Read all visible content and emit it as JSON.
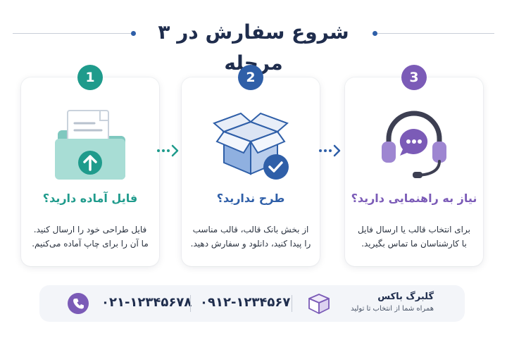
{
  "header": {
    "title": "شروع سفارش در ۳ مرحله"
  },
  "colors": {
    "teal": "#1f9b8c",
    "blue": "#2f5fa8",
    "purple": "#7b5bb7",
    "navy": "#1f2d4d"
  },
  "steps": [
    {
      "number": "1",
      "icon": "file-upload-folder-icon",
      "title": "فایل آماده دارید؟",
      "line1": "فایل طراحی خود را ارسال کنید.",
      "line2": "ما آن را برای چاپ آماده می‌کنیم."
    },
    {
      "number": "2",
      "icon": "open-box-check-icon",
      "title": "طرح ندارید؟",
      "line1": "از بخش بانک قالب، قالب مناسب",
      "line2": "را پیدا کنید، دانلود و سفارش دهید."
    },
    {
      "number": "3",
      "icon": "support-headset-chat-icon",
      "title": "نیاز به راهنمایی دارید؟",
      "line1": "برای انتخاب قالب یا ارسال فایل",
      "line2": "با کارشناسان ما تماس بگیرید."
    }
  ],
  "footer": {
    "phone_icon": "phone-icon",
    "phone1": "۰۲۱-۱۲۳۴۵۶۷۸",
    "phone2": "۰۹۱۲-۱۲۳۴۵۶۷",
    "brand_icon": "box-icon",
    "brand_name": "گلبرگ باکس",
    "brand_tagline": "همراه شما از انتخاب تا تولید"
  }
}
